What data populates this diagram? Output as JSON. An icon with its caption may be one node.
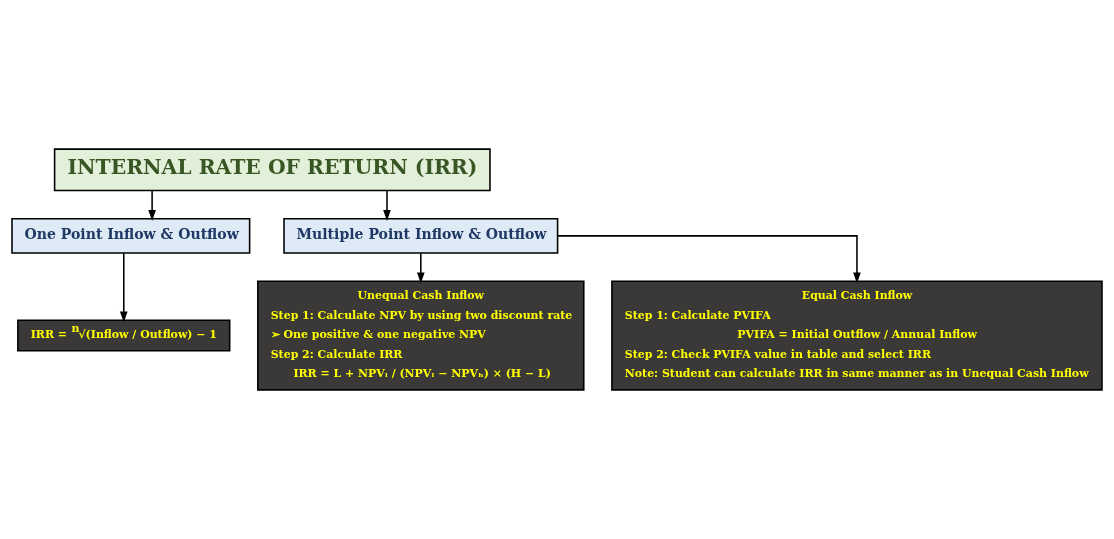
{
  "diagram": {
    "nodes": [
      {
        "text": [
          "INTERNAL RATE OF RETURN (IRR)"
        ]
      },
      {
        "text": [
          "One Point Inflow & Outflow"
        ]
      },
      {
        "text": [
          "Multiple Point Inflow & Outflow"
        ]
      },
      {
        "text": [
          "IRR = $^{n}$√(Inflow / Outflow) − 1"
        ]
      },
      {
        "text": [
          "Unequal Cash Inflow",
          "Step 1: Calculate NPV by using two discount rate",
          "➢ One positive & one negative NPV",
          "Step 2: Calculate IRR",
          "IRR = L + NPVₗ / (NPVₗ − NPVₕ) × (H − L)"
        ]
      },
      {
        "text": [
          "Equal Cash Inflow",
          "Step 1: Calculate PVIFA",
          "PVIFA = Initial Outflow / Annual Inflow",
          "Step 2: Check PVIFA value in table and select IRR",
          "Note: Student can calculate IRR in same manner as in Unequal Cash Inflow"
        ]
      }
    ],
    "edges": [
      {
        "from": 0,
        "to": 1,
        "arrow": "to"
      },
      {
        "from": 0,
        "to": 2,
        "arrow": "to"
      },
      {
        "from": 1,
        "to": 3,
        "arrow": "to"
      },
      {
        "from": 2,
        "to": 4,
        "arrow": "to"
      },
      {
        "from": 2,
        "to": 5,
        "arrow": "to"
      }
    ]
  }
}
